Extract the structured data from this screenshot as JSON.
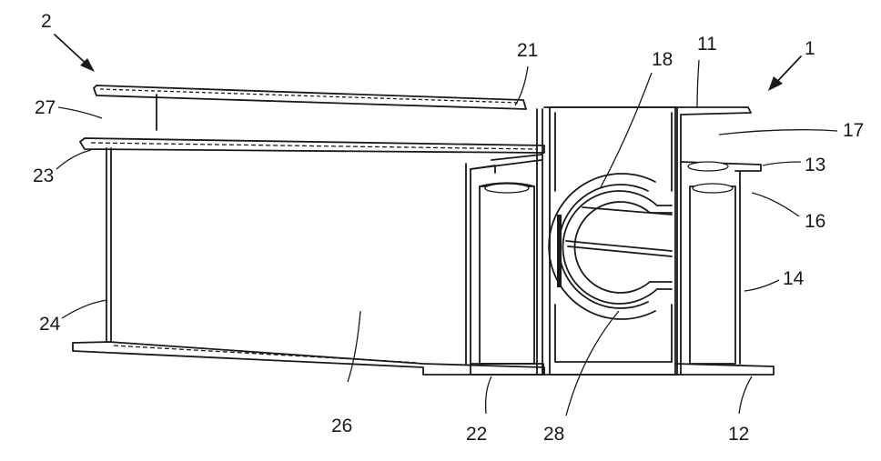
{
  "figure": {
    "assembly_labels": {
      "left": "2",
      "right": "1"
    },
    "reference_numerals": {
      "n11": "11",
      "n12": "12",
      "n13": "13",
      "n14": "14",
      "n16": "16",
      "n17": "17",
      "n18": "18",
      "n21": "21",
      "n22": "22",
      "n23": "23",
      "n24": "24",
      "n26": "26",
      "n27": "27",
      "n28": "28"
    }
  }
}
